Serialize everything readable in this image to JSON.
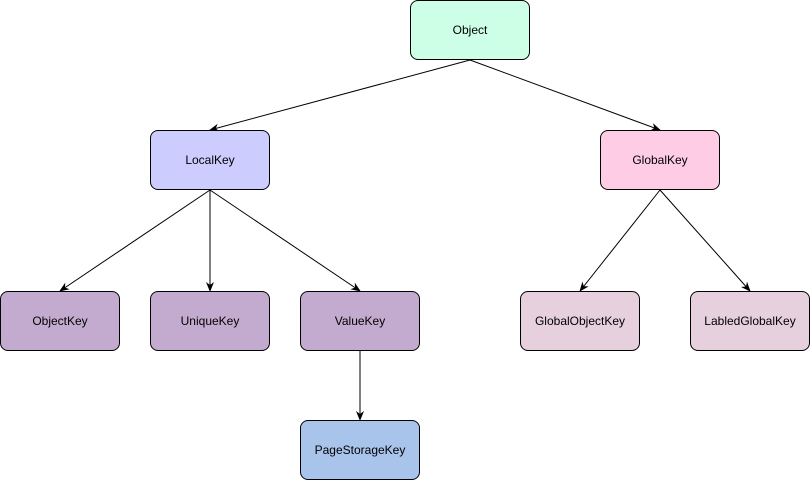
{
  "nodes": [
    {
      "id": "object",
      "label": "Object",
      "color": "#ccffe6"
    },
    {
      "id": "localkey",
      "label": "LocalKey",
      "color": "#ccccff"
    },
    {
      "id": "globalkey",
      "label": "GlobalKey",
      "color": "#ffcce6"
    },
    {
      "id": "objectkey",
      "label": "ObjectKey",
      "color": "#c3abd0"
    },
    {
      "id": "uniquekey",
      "label": "UniqueKey",
      "color": "#c3abd0"
    },
    {
      "id": "valuekey",
      "label": "ValueKey",
      "color": "#c3abd0"
    },
    {
      "id": "globalobjectkey",
      "label": "GlobalObjectKey",
      "color": "#e6d0de"
    },
    {
      "id": "labledglobalkey",
      "label": "LabledGlobalKey",
      "color": "#e6d0de"
    },
    {
      "id": "pagestoragekey",
      "label": "PageStorageKey",
      "color": "#a9c4eb"
    }
  ],
  "edges": [
    {
      "from": "object",
      "to": "localkey"
    },
    {
      "from": "object",
      "to": "globalkey"
    },
    {
      "from": "localkey",
      "to": "objectkey"
    },
    {
      "from": "localkey",
      "to": "uniquekey"
    },
    {
      "from": "localkey",
      "to": "valuekey"
    },
    {
      "from": "globalkey",
      "to": "globalobjectkey"
    },
    {
      "from": "globalkey",
      "to": "labledglobalkey"
    },
    {
      "from": "valuekey",
      "to": "pagestoragekey"
    }
  ]
}
